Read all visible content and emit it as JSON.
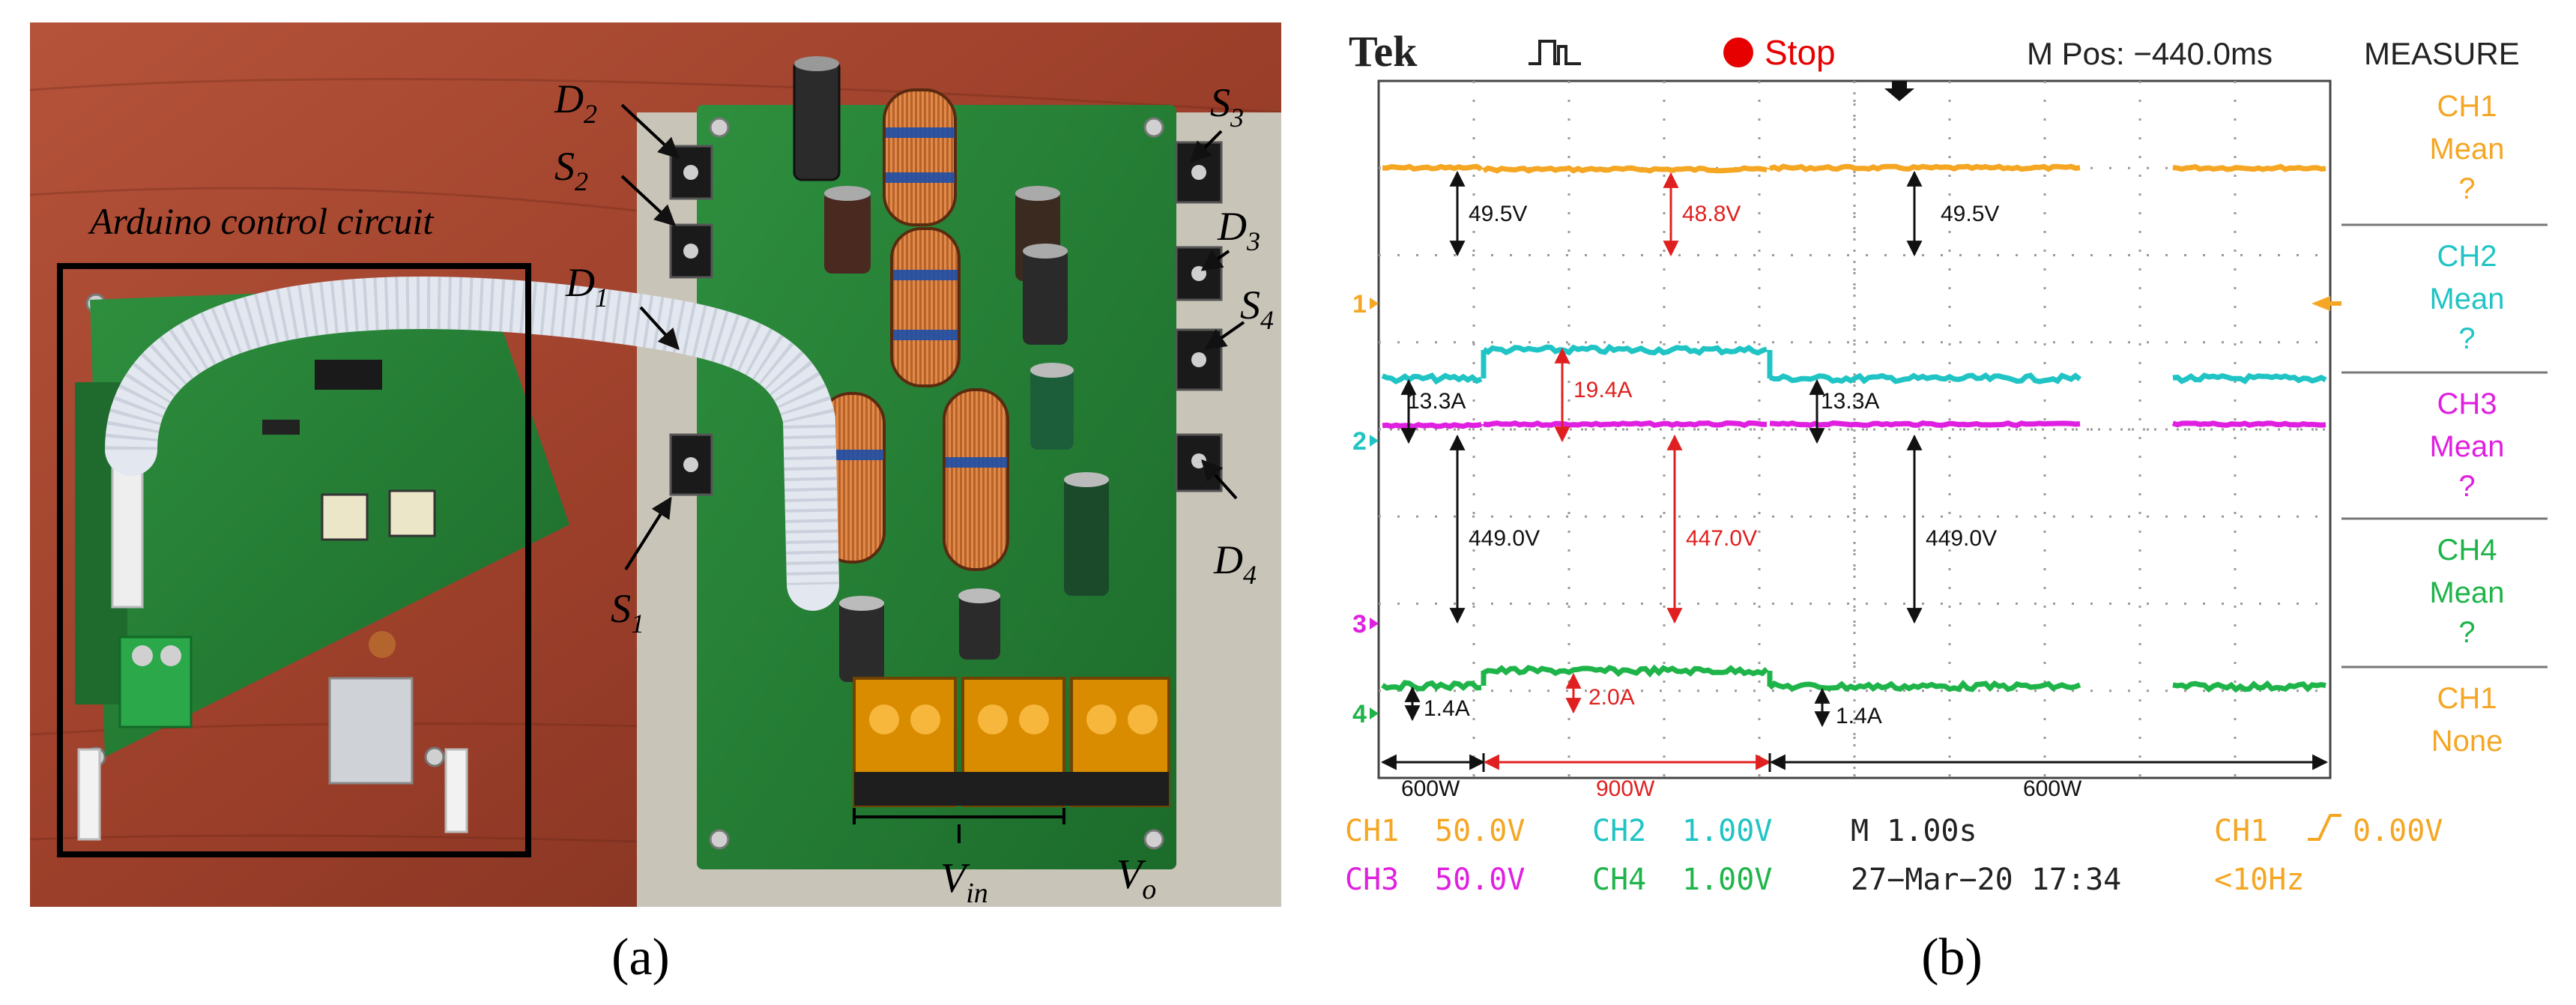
{
  "panel_a": {
    "caption": "(a)",
    "box_label": "Arduino control circuit",
    "labels": {
      "D2": {
        "base": "D",
        "sub": "2"
      },
      "S2": {
        "base": "S",
        "sub": "2"
      },
      "D1": {
        "base": "D",
        "sub": "1"
      },
      "S1": {
        "base": "S",
        "sub": "1"
      },
      "S3": {
        "base": "S",
        "sub": "3"
      },
      "D3": {
        "base": "D",
        "sub": "3"
      },
      "S4": {
        "base": "S",
        "sub": "4"
      },
      "D4": {
        "base": "D",
        "sub": "4"
      },
      "Vin": {
        "base": "V",
        "sub": "in"
      },
      "Vo": {
        "base": "V",
        "sub": "o"
      }
    }
  },
  "panel_b": {
    "caption": "(b)",
    "header": {
      "brand": "Tek",
      "status": "Stop",
      "mpos": "M Pos: −440.0ms",
      "measure_title": "MEASURE"
    },
    "measure_items": [
      {
        "ch": "CH1",
        "line2": "Mean",
        "line3": "?",
        "color": "#f5a623"
      },
      {
        "ch": "CH2",
        "line2": "Mean",
        "line3": "?",
        "color": "#20c4c4"
      },
      {
        "ch": "CH3",
        "line2": "Mean",
        "line3": "?",
        "color": "#e020e0"
      },
      {
        "ch": "CH4",
        "line2": "Mean",
        "line3": "?",
        "color": "#1fb44a"
      },
      {
        "ch": "CH1",
        "line2": "None",
        "line3": "",
        "color": "#f5a623"
      }
    ],
    "footer": {
      "ch1": "CH1",
      "ch1_val": "50.0V",
      "ch2": "CH2",
      "ch2_val": "1.00V",
      "ch3": "CH3",
      "ch3_val": "50.0V",
      "ch4": "CH4",
      "ch4_val": "1.00V",
      "mtime": "M 1.00s",
      "date": "27−Mar−20 17:34",
      "trig_ch": "CH1",
      "trig_val": "0.00V",
      "freq": "<10Hz"
    },
    "channel_markers": [
      "1",
      "2",
      "3",
      "4"
    ],
    "annotations": {
      "v_left": "49.5V",
      "v_mid": "48.8V",
      "v_right": "49.5V",
      "i_left": "13.3A",
      "i_mid": "19.4A",
      "i_right": "13.3A",
      "vo_left": "449.0V",
      "vo_mid": "447.0V",
      "vo_right": "449.0V",
      "i4_left": "1.4A",
      "i4_mid": "2.0A",
      "i4_right": "1.4A",
      "p_left": "600W",
      "p_mid": "900W",
      "p_right": "600W"
    },
    "colors": {
      "ch1": "#f5a623",
      "ch2": "#20c4c4",
      "ch3": "#e020e0",
      "ch4": "#1fb44a",
      "annot_black": "#111111",
      "annot_red": "#e02020"
    },
    "chart_data": {
      "type": "line",
      "x_unit_per_div": "1.00s",
      "series": [
        {
          "name": "CH1",
          "unit": "V",
          "values_by_segment": [
            49.5,
            48.8,
            49.5
          ]
        },
        {
          "name": "CH2",
          "unit": "A",
          "values_by_segment": [
            13.3,
            19.4,
            13.3
          ]
        },
        {
          "name": "CH3",
          "unit": "V",
          "values_by_segment": [
            449.0,
            447.0,
            449.0
          ]
        },
        {
          "name": "CH4",
          "unit": "A",
          "values_by_segment": [
            1.4,
            2.0,
            1.4
          ]
        }
      ],
      "segments": [
        "600W",
        "900W",
        "600W"
      ]
    }
  }
}
